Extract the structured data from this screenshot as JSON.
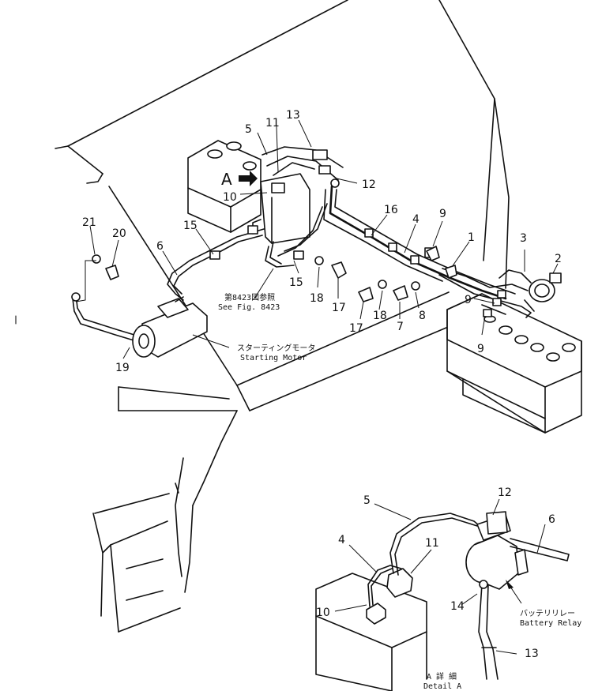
{
  "callouts": {
    "c1": "1",
    "c2": "2",
    "c3": "3",
    "c4": "4",
    "c5": "5",
    "c6": "6",
    "c7": "7",
    "c8": "8",
    "c9a": "9",
    "c9b": "9",
    "c9c": "9",
    "c10": "10",
    "c11": "11",
    "c12": "12",
    "c13": "13",
    "c15a": "15",
    "c15b": "15",
    "c16": "16",
    "c17a": "17",
    "c17b": "17",
    "c18a": "18",
    "c18b": "18",
    "c19": "19",
    "c20": "20",
    "c21": "21",
    "detail_marker": "A"
  },
  "detail_callouts": {
    "d4": "4",
    "d5": "5",
    "d6": "6",
    "d10": "10",
    "d11": "11",
    "d12": "12",
    "d13": "13",
    "d14": "14"
  },
  "notes": {
    "fig_ref_jp": "第8423図参照",
    "fig_ref_en": "See Fig. 8423",
    "starting_motor_jp": "スターティングモータ",
    "starting_motor_en": "Starting  Motor",
    "battery_relay_jp": "バッテリリレー",
    "battery_relay_en": "Battery  Relay",
    "detail_jp": "A 詳 細",
    "detail_en": "Detail A"
  }
}
